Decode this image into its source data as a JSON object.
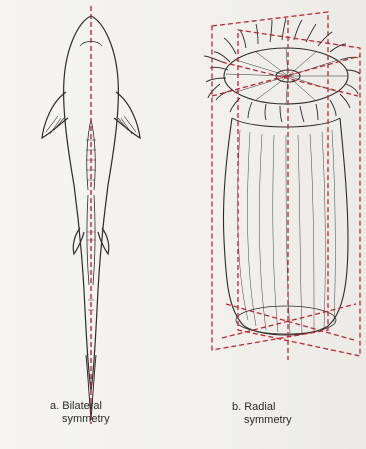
{
  "figure": {
    "bilateral": {
      "caption_line1": "a. Bilateral",
      "caption_line2": "symmetry"
    },
    "radial": {
      "caption_line1": "b. Radial",
      "caption_line2": "symmetry"
    }
  },
  "colors": {
    "outline": "#2b2b2b",
    "symmetry_plane": "#c0272d",
    "background": "#f4f3ef"
  }
}
